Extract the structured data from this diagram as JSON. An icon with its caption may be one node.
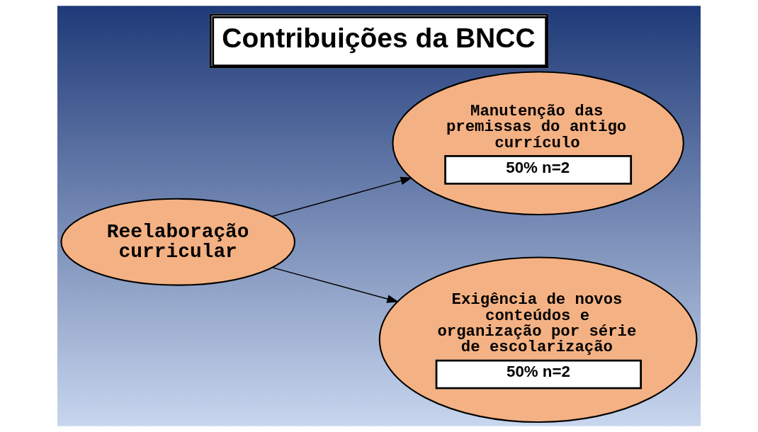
{
  "diagram": {
    "title": "Contribuições da BNCC",
    "nodes": [
      {
        "text": [
          "Reelaboração curricular"
        ]
      },
      {
        "text": [
          "Manutenção das premissas do antigo currículo",
          "50% n=2"
        ]
      },
      {
        "text": [
          "Exigência de novos conteúdos e organização por série de escolarização",
          "50% n=2"
        ]
      }
    ],
    "edges": [
      {
        "from": 0,
        "to": 1,
        "arrow": "to"
      },
      {
        "from": 0,
        "to": 2,
        "arrow": "to"
      }
    ]
  }
}
